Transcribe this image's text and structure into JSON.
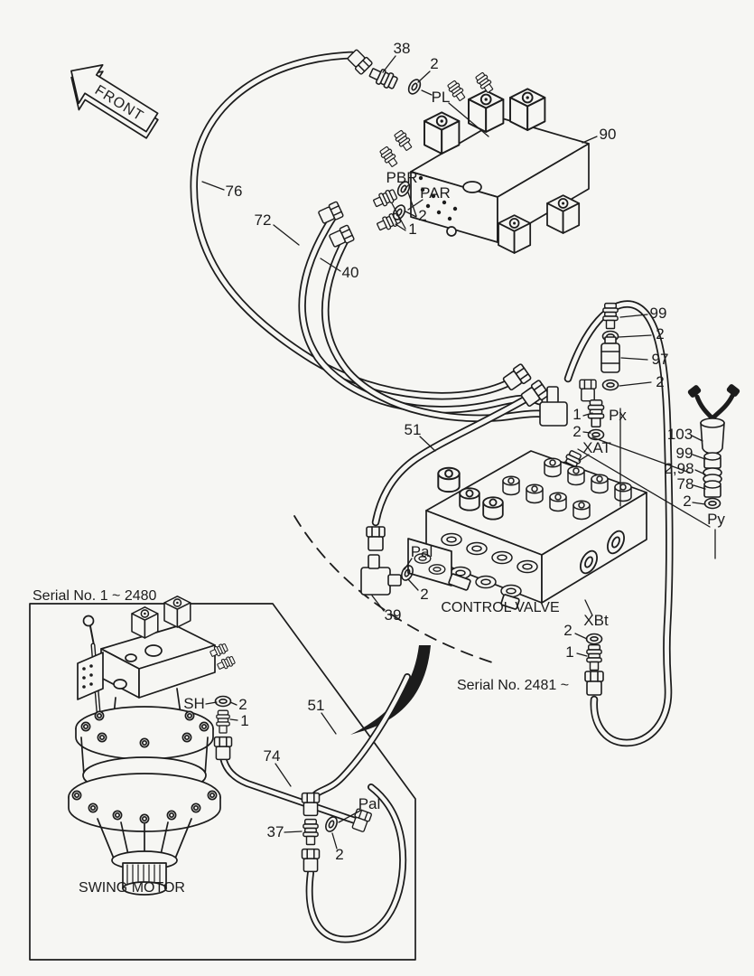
{
  "page": {
    "background": "#f6f6f3",
    "ink": "#1c1c1c"
  },
  "front_arrow": {
    "label": "FRONT"
  },
  "captions": {
    "control_valve": "CONTROL VALVE",
    "swing_motor": "SWING MOTOR",
    "serial_inset": "Serial No. 1 ~ 2480",
    "serial_main": "Serial No. 2481 ~"
  },
  "callouts": [
    {
      "label": "38"
    },
    {
      "label": "2"
    },
    {
      "label": "PL"
    },
    {
      "label": "90"
    },
    {
      "label": "76"
    },
    {
      "label": "PBR"
    },
    {
      "label": "PAR"
    },
    {
      "label": "2"
    },
    {
      "label": "1"
    },
    {
      "label": "72"
    },
    {
      "label": "40"
    },
    {
      "label": "99"
    },
    {
      "label": "2"
    },
    {
      "label": "97"
    },
    {
      "label": "2"
    },
    {
      "label": "1"
    },
    {
      "label": "Px"
    },
    {
      "label": "2"
    },
    {
      "label": "XAT"
    },
    {
      "label": "103"
    },
    {
      "label": "99"
    },
    {
      "label": "2,98"
    },
    {
      "label": "78"
    },
    {
      "label": "2"
    },
    {
      "label": "Py"
    },
    {
      "label": "51"
    },
    {
      "label": "Pal"
    },
    {
      "label": "2"
    },
    {
      "label": "39"
    },
    {
      "label": "XBt"
    },
    {
      "label": "2"
    },
    {
      "label": "1"
    },
    {
      "label": "SH"
    },
    {
      "label": "2"
    },
    {
      "label": "1"
    },
    {
      "label": "51"
    },
    {
      "label": "74"
    },
    {
      "label": "Pal"
    },
    {
      "label": "37"
    },
    {
      "label": "2"
    }
  ]
}
